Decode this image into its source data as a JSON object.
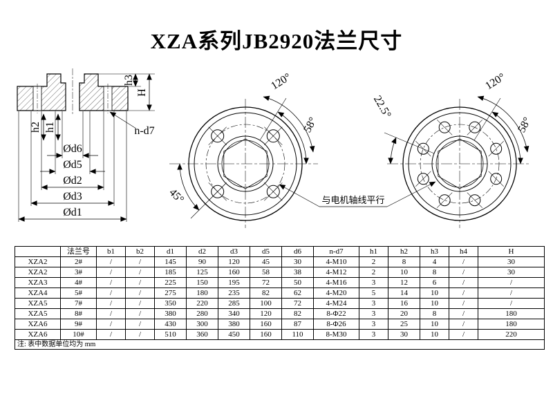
{
  "title": "XZA系列JB2920法兰尺寸",
  "drawing": {
    "section": {
      "d6": "Ød6",
      "d5": "Ød5",
      "d2": "Ød2",
      "d3": "Ød3",
      "d1": "Ød1",
      "h1": "h1",
      "h2": "h2",
      "h3": "h3",
      "H": "H",
      "n_d7": "n-d7"
    },
    "front_middle": {
      "angle_120": "120°",
      "angle_58": "58°",
      "angle_45": "45°"
    },
    "front_right": {
      "angle_120": "120°",
      "angle_58": "58°",
      "angle_22_5": "22.5°"
    },
    "callout": "与电机轴线平行"
  },
  "table": {
    "headers": [
      "",
      "法兰号",
      "b1",
      "b2",
      "d1",
      "d2",
      "d3",
      "d5",
      "d6",
      "n-d7",
      "h1",
      "h2",
      "h3",
      "h4",
      "H"
    ],
    "rows": [
      [
        "XZA2",
        "2#",
        "/",
        "/",
        "145",
        "90",
        "120",
        "45",
        "30",
        "4-M10",
        "2",
        "8",
        "4",
        "/",
        "30"
      ],
      [
        "XZA2",
        "3#",
        "/",
        "/",
        "185",
        "125",
        "160",
        "58",
        "38",
        "4-M12",
        "2",
        "10",
        "8",
        "/",
        "30"
      ],
      [
        "XZA3",
        "4#",
        "/",
        "/",
        "225",
        "150",
        "195",
        "72",
        "50",
        "4-M16",
        "3",
        "12",
        "6",
        "/",
        "/"
      ],
      [
        "XZA4",
        "5#",
        "/",
        "/",
        "275",
        "180",
        "235",
        "82",
        "62",
        "4-M20",
        "5",
        "14",
        "10",
        "/",
        "/"
      ],
      [
        "XZA5",
        "7#",
        "/",
        "/",
        "350",
        "220",
        "285",
        "100",
        "72",
        "4-M24",
        "3",
        "16",
        "10",
        "/",
        "/"
      ],
      [
        "XZA5",
        "8#",
        "/",
        "/",
        "380",
        "280",
        "340",
        "120",
        "82",
        "8-Φ22",
        "3",
        "20",
        "8",
        "/",
        "180"
      ],
      [
        "XZA6",
        "9#",
        "/",
        "/",
        "430",
        "300",
        "380",
        "160",
        "87",
        "8-Φ26",
        "3",
        "25",
        "10",
        "/",
        "180"
      ],
      [
        "XZA6",
        "10#",
        "/",
        "/",
        "510",
        "360",
        "450",
        "160",
        "110",
        "8-M30",
        "3",
        "30",
        "10",
        "/",
        "220"
      ]
    ],
    "note": "注: 表中数据单位均为 mm"
  }
}
